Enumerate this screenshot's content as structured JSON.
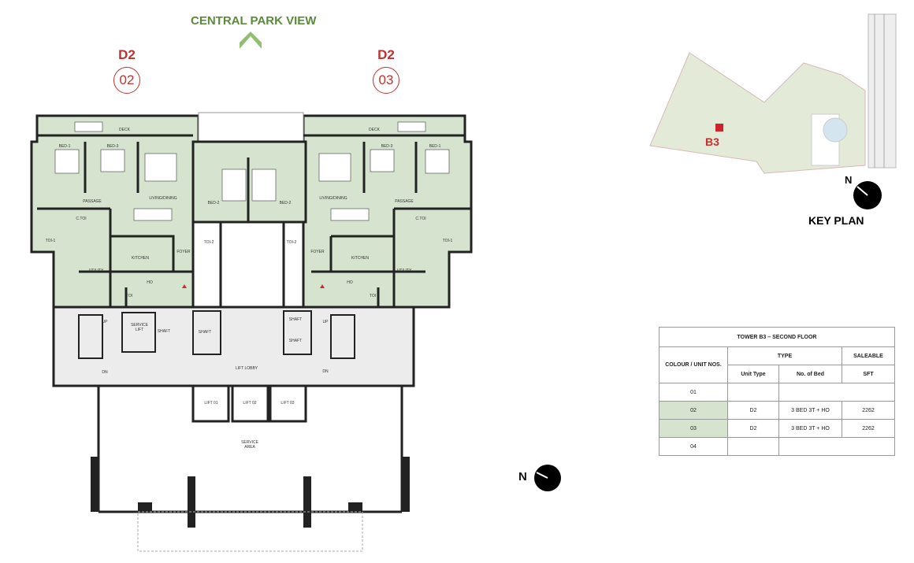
{
  "header": {
    "view_label": "CENTRAL PARK VIEW"
  },
  "units": [
    {
      "type": "D2",
      "number": "02"
    },
    {
      "type": "D2",
      "number": "03"
    }
  ],
  "left_unit_labels": [
    "DECK",
    "BED-1",
    "BED-3",
    "LIVING/DINING",
    "PASSAGE",
    "BED-2",
    "C.TOI",
    "TOI-1",
    "TOI-2",
    "KITCHEN",
    "FOYER",
    "UTILITY",
    "HO",
    "TOI"
  ],
  "right_unit_labels": [
    "DECK",
    "BED-3",
    "BED-1",
    "LIVING/DINING",
    "PASSAGE",
    "BED-2",
    "C.TOI",
    "TOI-1",
    "TOI-2",
    "KITCHEN",
    "FOYER",
    "UTILITY",
    "HO",
    "TOI"
  ],
  "core_labels": {
    "up": "UP",
    "dn": "DN",
    "service_lift": "SERVICE LIFT",
    "shaft": "SHAFT",
    "lift_lobby": "LIFT LOBBY",
    "lift_01": "LIFT 01",
    "lift_02": "LIFT 02",
    "lift_03": "LIFT 03",
    "service_area": "SERVICE AREA"
  },
  "north": {
    "label": "N"
  },
  "key_plan": {
    "title": "KEY PLAN",
    "tower": "B3",
    "north": "N"
  },
  "table": {
    "title": "TOWER B3 – SECOND FLOOR",
    "headers": {
      "colour_unit": "COLOUR / UNIT NOS.",
      "type": "TYPE",
      "saleable": "SALEABLE",
      "unit_type": "Unit Type",
      "no_of_bed": "No. of Bed",
      "sft": "SFT"
    },
    "rows": [
      {
        "unit": "01",
        "unit_type": "",
        "beds": "",
        "sft": ""
      },
      {
        "unit": "02",
        "unit_type": "D2",
        "beds": "3 BED  3T + HO",
        "sft": "2262"
      },
      {
        "unit": "03",
        "unit_type": "D2",
        "beds": "3 BED  3T + HO",
        "sft": "2262"
      },
      {
        "unit": "04",
        "unit_type": "",
        "beds": "",
        "sft": ""
      }
    ]
  },
  "colors": {
    "accent_red": "#c0322f",
    "view_green": "#5a8a3a",
    "unit_green": "#d6e4cf",
    "wall": "#222222"
  }
}
